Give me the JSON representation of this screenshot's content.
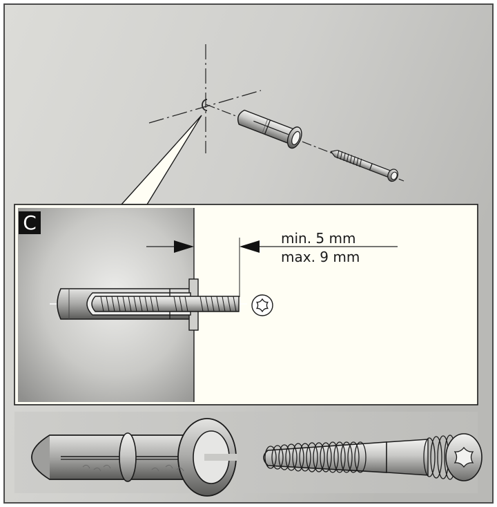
{
  "detail": {
    "badge": "C",
    "min_label": "min. 5 mm",
    "max_label": "max. 9 mm"
  },
  "colors": {
    "frame": "#4a4a4a",
    "panel_bg": "#fffef4",
    "wall_light": "#e6e6e4",
    "wall_dark": "#9a9a98",
    "ink": "#1a1a1a"
  },
  "icons": [
    "torx-head-icon",
    "dowel-icon",
    "screw-icon"
  ]
}
